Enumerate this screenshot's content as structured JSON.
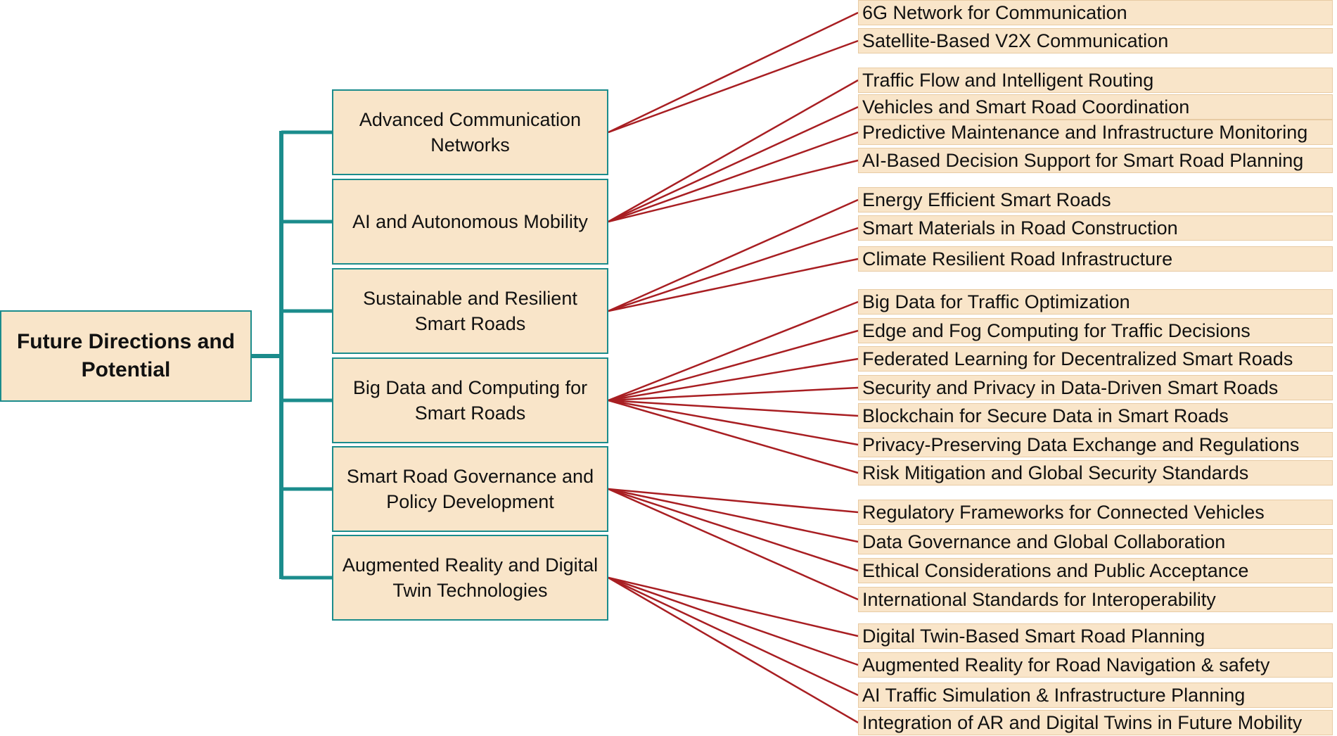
{
  "root": {
    "label": "Future Directions and Potential"
  },
  "categories": [
    {
      "label": "Advanced Communication Networks",
      "items": [
        "6G Network for Communication",
        "Satellite-Based V2X Communication"
      ]
    },
    {
      "label": "AI and Autonomous Mobility",
      "items": [
        "Traffic Flow and Intelligent Routing",
        "Vehicles and Smart Road Coordination",
        "Predictive Maintenance and Infrastructure Monitoring",
        "AI-Based Decision Support for Smart Road Planning"
      ]
    },
    {
      "label": "Sustainable and Resilient Smart Roads",
      "items": [
        "Energy Efficient Smart Roads",
        "Smart Materials in Road Construction",
        "Climate Resilient Road Infrastructure"
      ]
    },
    {
      "label": "Big Data and Computing for Smart Roads",
      "items": [
        "Big Data for Traffic Optimization",
        "Edge and Fog Computing for Traffic Decisions",
        "Federated Learning for Decentralized Smart Roads",
        "Security and Privacy in Data-Driven Smart Roads",
        "Blockchain for Secure Data in Smart Roads",
        "Privacy-Preserving Data Exchange and Regulations",
        "Risk Mitigation and Global Security Standards"
      ]
    },
    {
      "label": "Smart Road Governance and Policy Development",
      "items": [
        "Regulatory Frameworks for Connected Vehicles",
        "Data Governance and Global Collaboration",
        "Ethical Considerations and Public Acceptance",
        "International Standards for Interoperability"
      ]
    },
    {
      "label": "Augmented Reality and Digital Twin Technologies",
      "items": [
        "Digital Twin-Based Smart Road Planning",
        "Augmented Reality for Road Navigation & safety",
        "AI Traffic Simulation & Infrastructure Planning",
        "Integration of AR and Digital Twins in Future Mobility"
      ]
    }
  ],
  "colors": {
    "box_fill": "#f9e5c9",
    "box_border": "#1b8c8c",
    "connector_teal": "#1b8c8c",
    "connector_red": "#a81e22"
  }
}
